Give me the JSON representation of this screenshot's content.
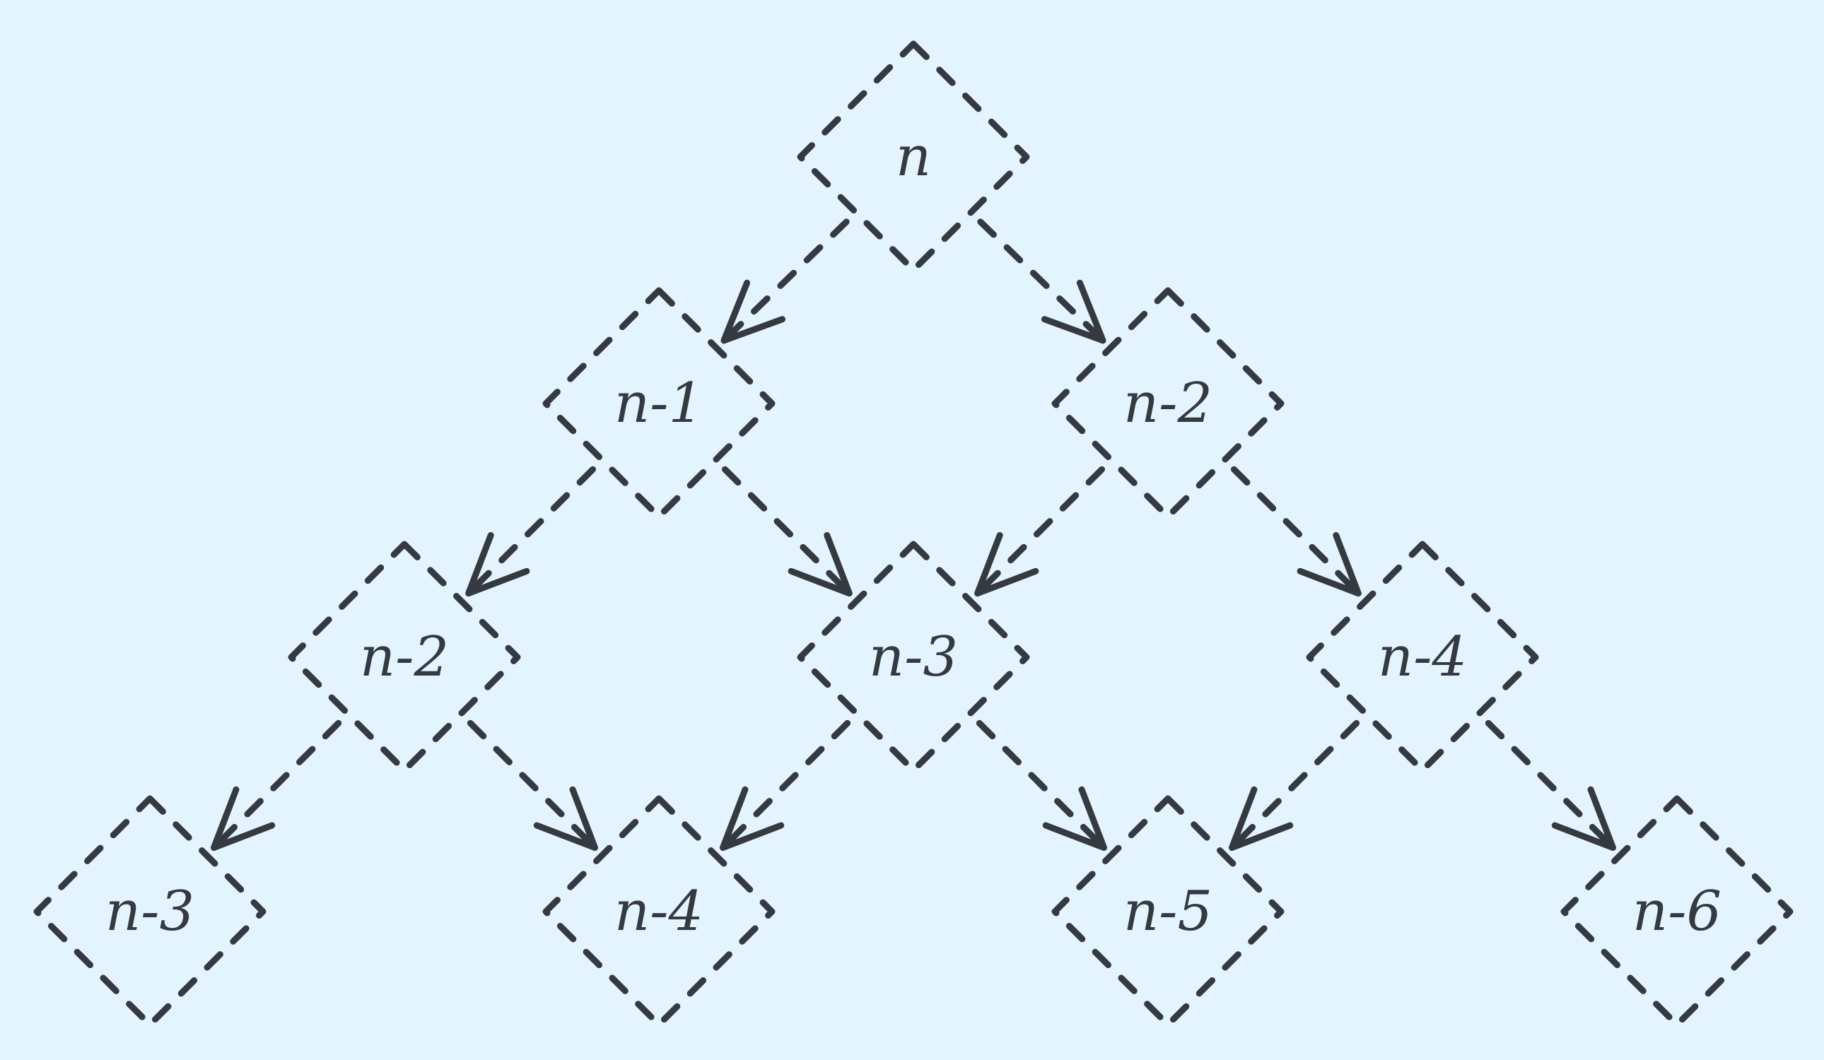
{
  "nodes": [
    {
      "id": "n0",
      "label": "n"
    },
    {
      "id": "n1",
      "label": "n-1"
    },
    {
      "id": "n2",
      "label": "n-2"
    },
    {
      "id": "n3",
      "label": "n-2"
    },
    {
      "id": "n4",
      "label": "n-3"
    },
    {
      "id": "n5",
      "label": "n-4"
    },
    {
      "id": "n6",
      "label": "n-3"
    },
    {
      "id": "n7",
      "label": "n-4"
    },
    {
      "id": "n8",
      "label": "n-5"
    },
    {
      "id": "n9",
      "label": "n-6"
    }
  ],
  "edges": [
    {
      "from": "n0",
      "to": "n1"
    },
    {
      "from": "n0",
      "to": "n2"
    },
    {
      "from": "n1",
      "to": "n3"
    },
    {
      "from": "n1",
      "to": "n4"
    },
    {
      "from": "n2",
      "to": "n4"
    },
    {
      "from": "n2",
      "to": "n5"
    },
    {
      "from": "n3",
      "to": "n6"
    },
    {
      "from": "n3",
      "to": "n7"
    },
    {
      "from": "n4",
      "to": "n7"
    },
    {
      "from": "n4",
      "to": "n8"
    },
    {
      "from": "n5",
      "to": "n8"
    },
    {
      "from": "n5",
      "to": "n9"
    }
  ],
  "colors": {
    "background": "#e4f4fe",
    "stroke": "#343a40"
  }
}
